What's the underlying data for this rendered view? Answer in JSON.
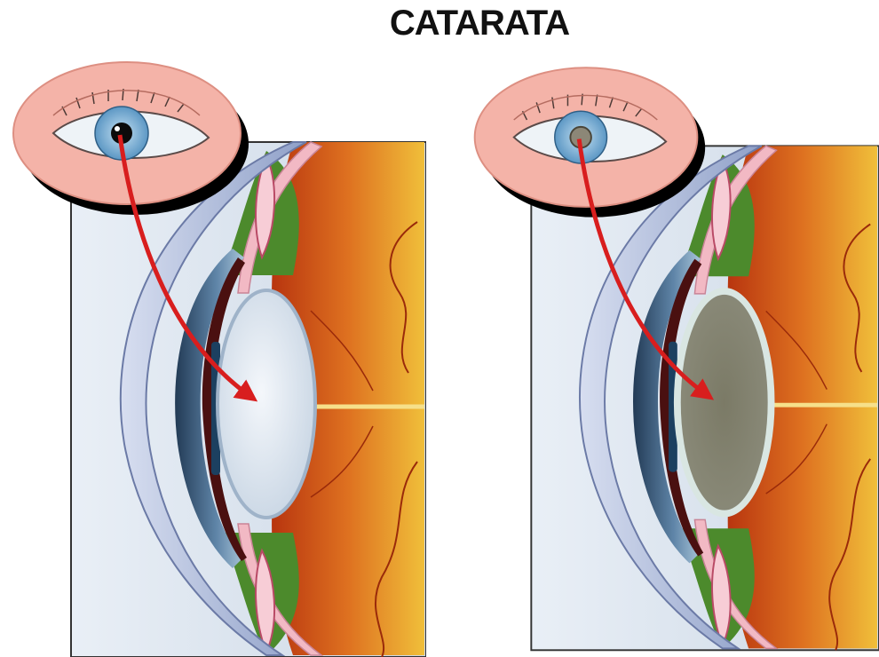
{
  "title": "CATARATA",
  "panels": [
    {
      "id": "normal",
      "lens_fill": "#dde6ef",
      "pupil_fill": "#0b0b0b"
    },
    {
      "id": "cataract",
      "lens_fill": "#7d7d6c",
      "pupil_fill": "#8c8777"
    }
  ],
  "colors": {
    "skin": "#f4b3a8",
    "iris": "#8fc2e2",
    "arrow": "#d81e1e",
    "choroid": "#d86a1b",
    "retina_yellow": "#e8b338",
    "ciliary_green": "#4c8a2c"
  }
}
